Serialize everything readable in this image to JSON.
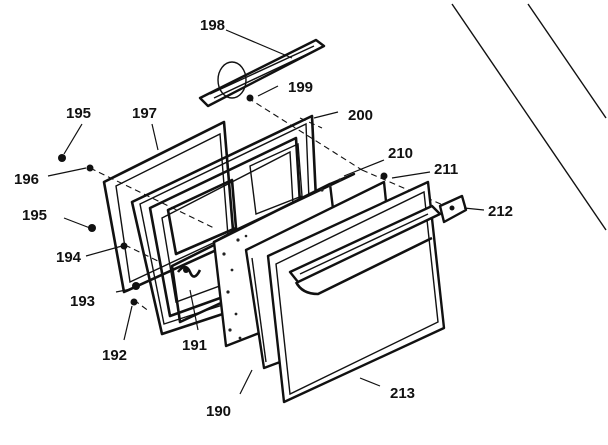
{
  "diagram": {
    "labels": {
      "p190": "190",
      "p191": "191",
      "p192": "192",
      "p193": "193",
      "p194": "194",
      "p195a": "195",
      "p195b": "195",
      "p196": "196",
      "p197": "197",
      "p198": "198",
      "p199": "199",
      "p200": "200",
      "p210": "210",
      "p211": "211",
      "p212": "212",
      "p213": "213"
    }
  }
}
